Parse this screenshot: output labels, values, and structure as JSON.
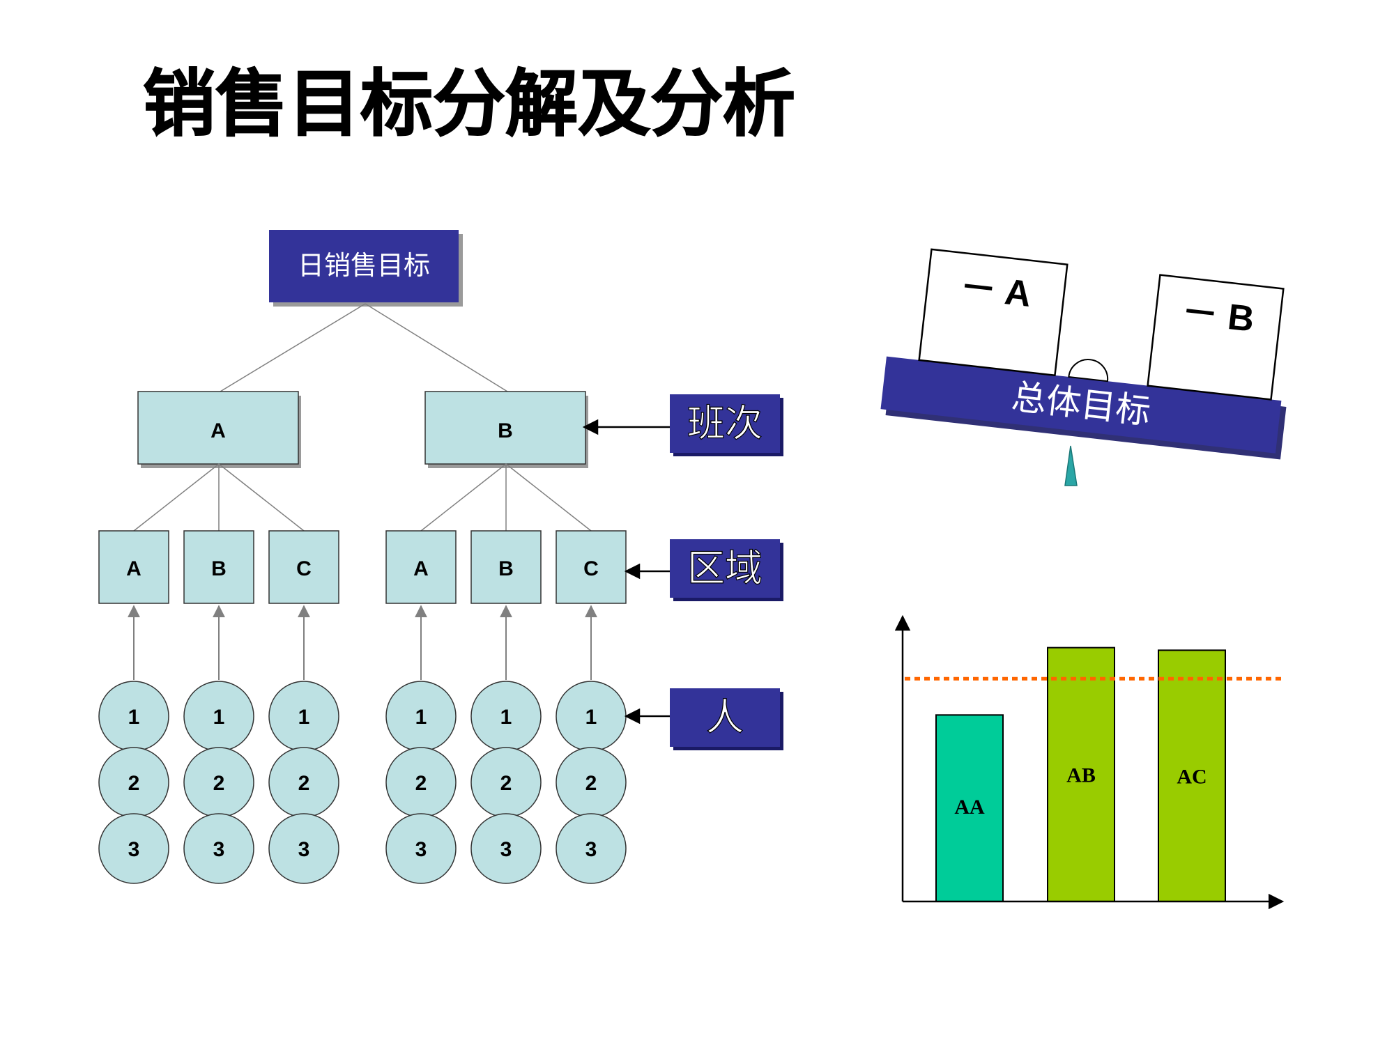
{
  "title": "销售目标分解及分析",
  "tree": {
    "root": "日销售目标",
    "shifts": [
      {
        "label": "A",
        "regions": [
          "A",
          "B",
          "C"
        ]
      },
      {
        "label": "B",
        "regions": [
          "A",
          "B",
          "C"
        ]
      }
    ],
    "people": [
      "1",
      "2",
      "3"
    ],
    "level_labels": {
      "shift": "班次",
      "region": "区域",
      "person": "人"
    }
  },
  "balance": {
    "left_box": "－ A",
    "right_box": "－ B",
    "beam_label": "总体目标"
  },
  "chart_data": {
    "type": "bar",
    "categories": [
      "AA",
      "AB",
      "AC"
    ],
    "values": [
      72,
      98,
      97
    ],
    "target_line": 86,
    "ylim": [
      0,
      110
    ],
    "grid": false,
    "colors": {
      "AA": "#00cc99",
      "AB": "#99cc00",
      "AC": "#99cc00",
      "target_line": "#ff6600"
    }
  },
  "colors": {
    "navy": "#333399",
    "node_fill": "#bde1e3",
    "stroke": "#333333",
    "pivot": "#2aa6a6"
  }
}
